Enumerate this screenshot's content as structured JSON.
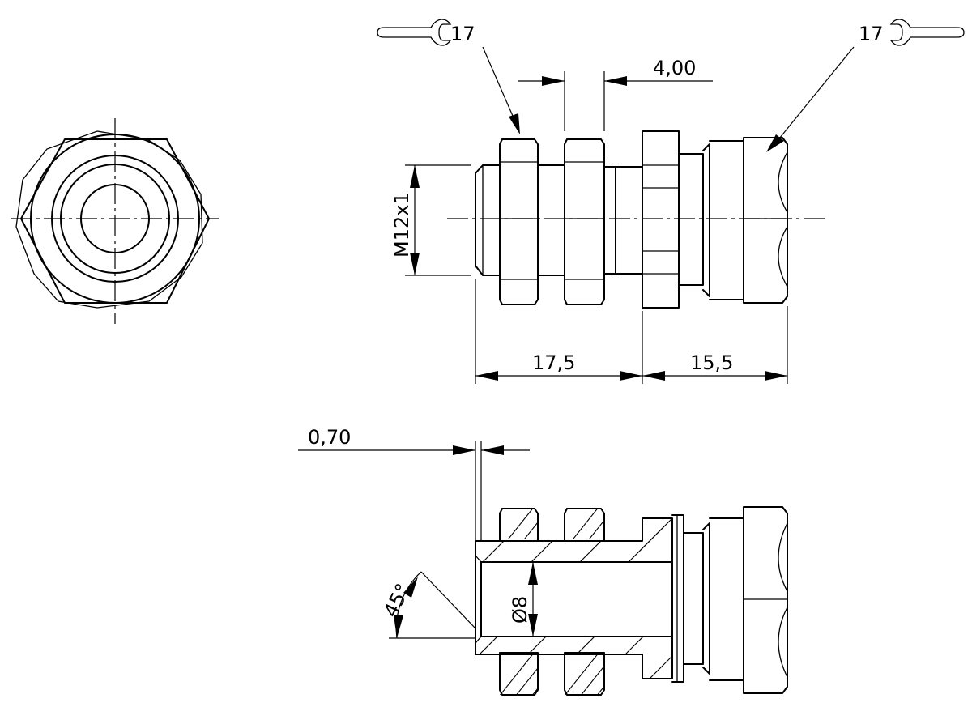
{
  "drawing": {
    "wrench_size_left": "17",
    "wrench_size_right": "17",
    "dim_flat_gap": "4,00",
    "dim_thread": "M12x1",
    "dim_length_left": "17,5",
    "dim_length_right": "15,5",
    "dim_chamfer_depth": "0,70",
    "dim_chamfer_angle": "45°",
    "dim_bore_diameter": "Ø8"
  }
}
